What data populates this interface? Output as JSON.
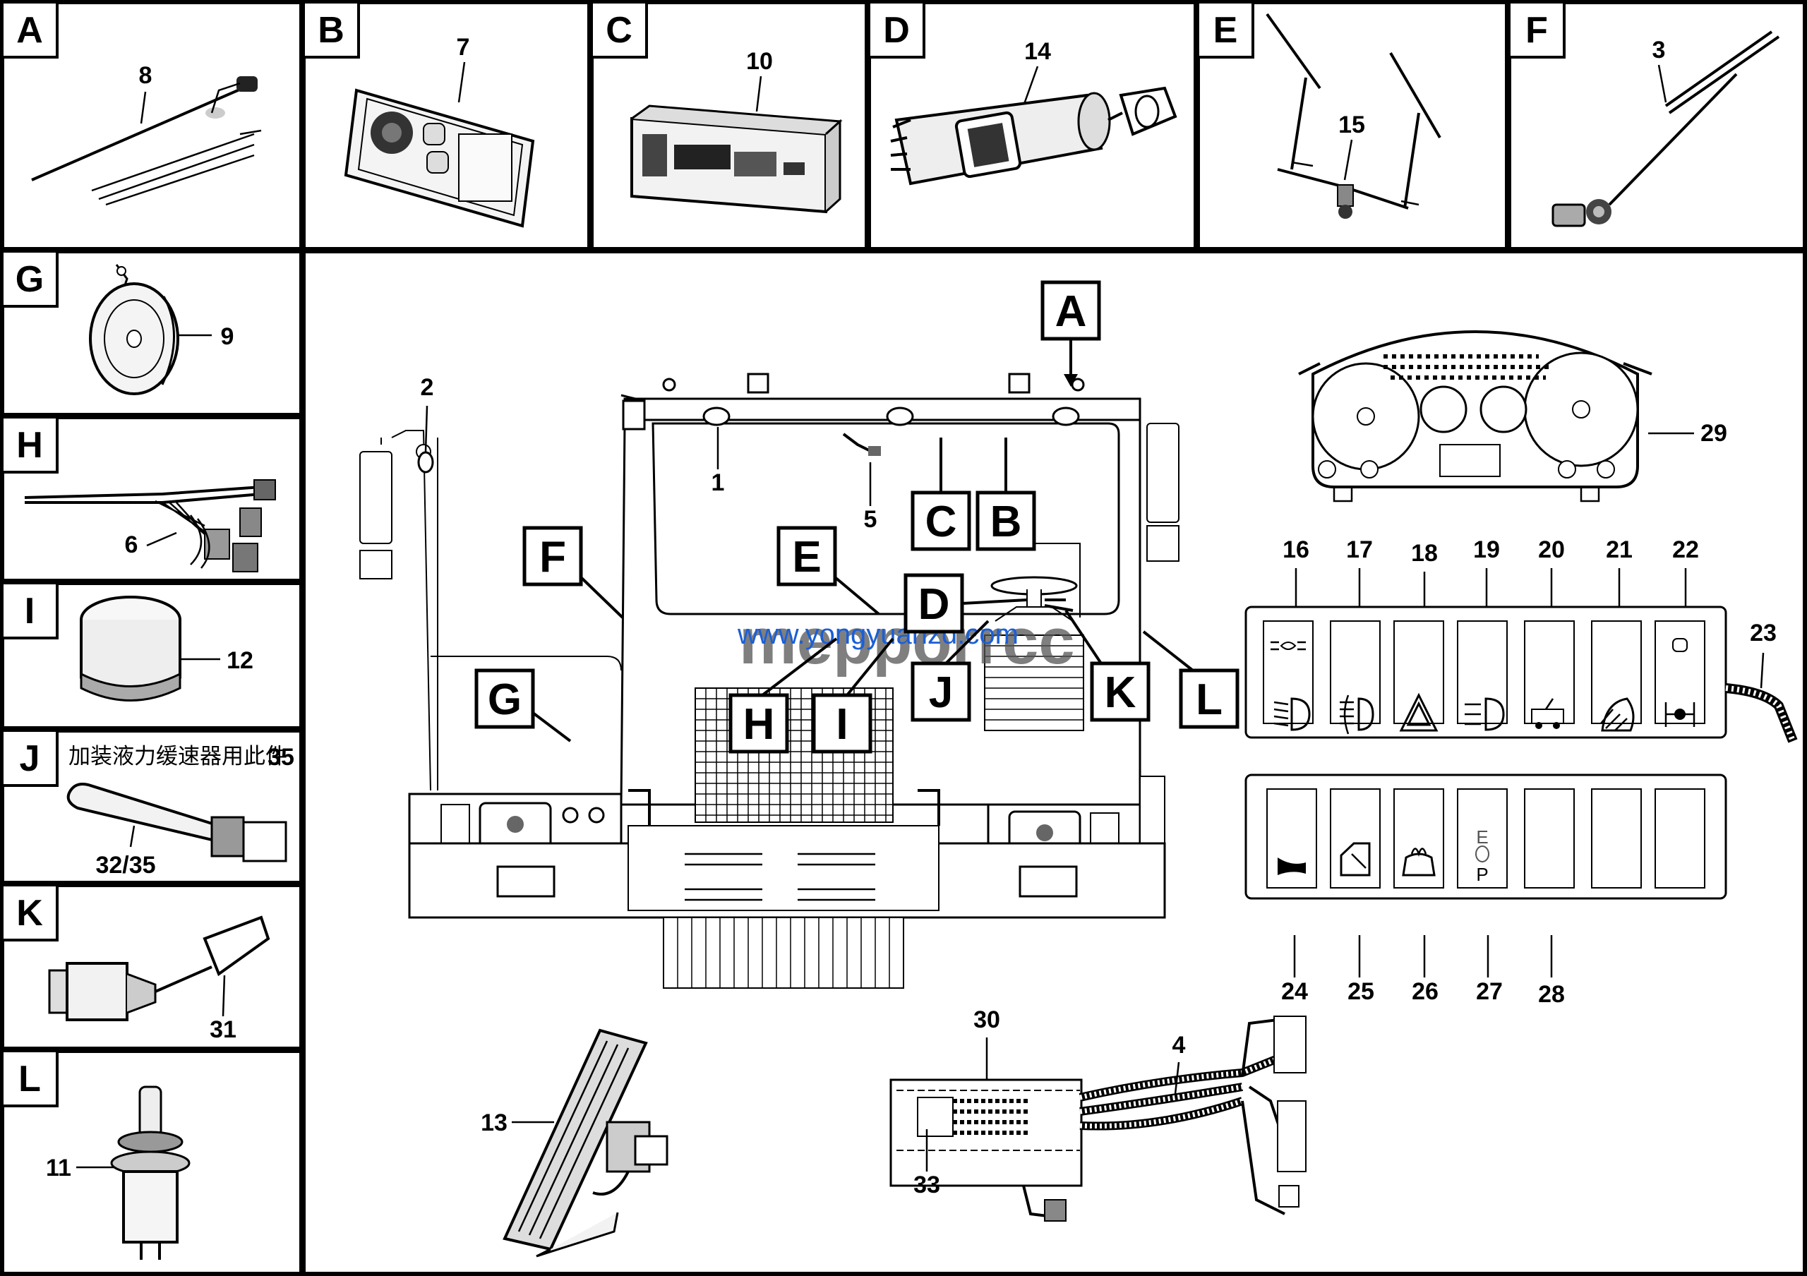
{
  "panels": [
    {
      "letter": "A",
      "part": "8"
    },
    {
      "letter": "B",
      "part": "7"
    },
    {
      "letter": "C",
      "part": "10"
    },
    {
      "letter": "D",
      "part": "14"
    },
    {
      "letter": "E",
      "part": "15"
    },
    {
      "letter": "F",
      "part": "3"
    },
    {
      "letter": "G",
      "part": "9"
    },
    {
      "letter": "H",
      "part": "6"
    },
    {
      "letter": "I",
      "part": "12"
    },
    {
      "letter": "J",
      "part": "32/35",
      "note": "加装液力缓速器用此件",
      "note_part": "35"
    },
    {
      "letter": "K",
      "part": "31"
    },
    {
      "letter": "L",
      "part": "11"
    }
  ],
  "cab_callouts": [
    "A",
    "B",
    "C",
    "D",
    "E",
    "F",
    "G",
    "H",
    "I",
    "J",
    "K",
    "L"
  ],
  "cab_parts": {
    "p1": "1",
    "p2": "2",
    "p5": "5"
  },
  "cluster_part": "29",
  "switch_panel_top": [
    "16",
    "17",
    "18",
    "19",
    "20",
    "21",
    "22"
  ],
  "switch_panel_bottom": [
    "24",
    "25",
    "26",
    "27",
    "28"
  ],
  "cable_part": "23",
  "pedal_part": "13",
  "fusebox_parts": {
    "box": "30",
    "harness": "4",
    "module": "33"
  },
  "watermark": {
    "url": "www.yongyuanzd.com",
    "logo": "mepporrcc"
  },
  "switch_marks": {
    "ep_top": "E",
    "ep_bottom": "P"
  }
}
